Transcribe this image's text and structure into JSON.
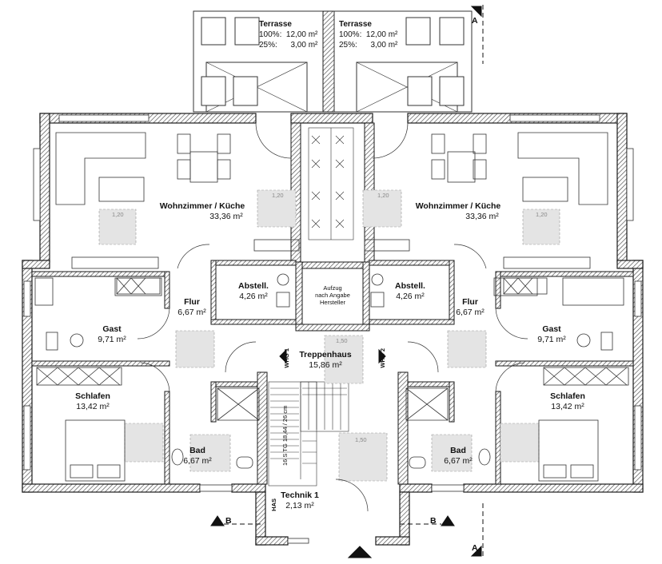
{
  "plan": {
    "title": "Grundriss Erdgeschoss",
    "colors": {
      "wall": "#1a1a1a",
      "hatch": "#6d6d6d",
      "shade": "#e4e4e4",
      "line": "#333333"
    },
    "terraces": [
      {
        "name": "Terrasse",
        "line1": "100%:  12,00 m²",
        "line2": "25%:      3,00 m²"
      },
      {
        "name": "Terrasse",
        "line1": "100%:  12,00 m²",
        "line2": "25%:      3,00 m²"
      }
    ],
    "rooms": {
      "wohn_l": {
        "name": "Wohnzimmer / Küche",
        "area": "33,36 m²"
      },
      "wohn_r": {
        "name": "Wohnzimmer / Küche",
        "area": "33,36 m²"
      },
      "gast_l": {
        "name": "Gast",
        "area": "9,71 m²"
      },
      "gast_r": {
        "name": "Gast",
        "area": "9,71 m²"
      },
      "flur_l": {
        "name": "Flur",
        "area": "6,67 m²"
      },
      "flur_r": {
        "name": "Flur",
        "area": "6,67 m²"
      },
      "abst_l": {
        "name": "Abstell.",
        "area": "4,26 m²"
      },
      "abst_r": {
        "name": "Abstell.",
        "area": "4,26 m²"
      },
      "treppe": {
        "name": "Treppenhaus",
        "area": "15,86 m²"
      },
      "schlaf_l": {
        "name": "Schlafen",
        "area": "13,42 m²"
      },
      "schlaf_r": {
        "name": "Schlafen",
        "area": "13,42 m²"
      },
      "bad_l": {
        "name": "Bad",
        "area": "6,67 m²"
      },
      "bad_r": {
        "name": "Bad",
        "area": "6,67 m²"
      },
      "technik": {
        "name": "Technik 1",
        "area": "2,13 m²"
      }
    },
    "aufzug": {
      "line1": "Aufzug",
      "line2": "nach Angabe",
      "line3": "Hersteller"
    },
    "whg1": "WHG 1",
    "whg2": "WHG 2",
    "has": "HAS",
    "stair_text": "16 S TG 18,44 / 26 cm",
    "section_a": "A",
    "section_b": "B",
    "dim_120": "1,20",
    "dim_150": "1,50"
  }
}
